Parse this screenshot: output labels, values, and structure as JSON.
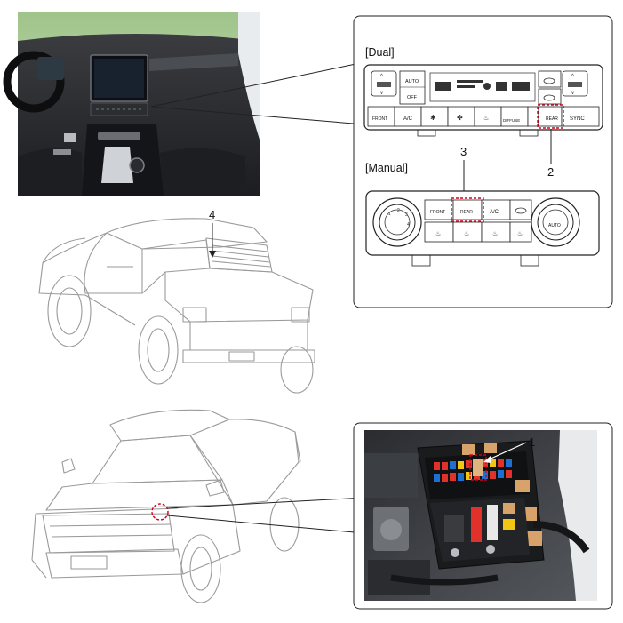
{
  "callouts": {
    "c1": "1",
    "c2": "2",
    "c3": "3",
    "c4": "4"
  },
  "panels": {
    "dual_label": "[Dual]",
    "manual_label": "[Manual]"
  },
  "dual_panel": {
    "auto": "AUTO",
    "off": "OFF",
    "front": "FRONT",
    "ac": "A/C",
    "rear": "REAR",
    "sync": "SYNC",
    "diffuse": "DIFFUSE"
  },
  "manual_panel": {
    "front": "FRONT",
    "rear": "REAR",
    "ac": "A/C",
    "auto": "AUTO"
  },
  "colors": {
    "line": "#222222",
    "callout_dash": "#d0021b",
    "fuse_red": "#e0312b",
    "fuse_blue": "#1f6fd1",
    "fuse_yellow": "#f2c713",
    "fuse_tan": "#d8a36a"
  }
}
